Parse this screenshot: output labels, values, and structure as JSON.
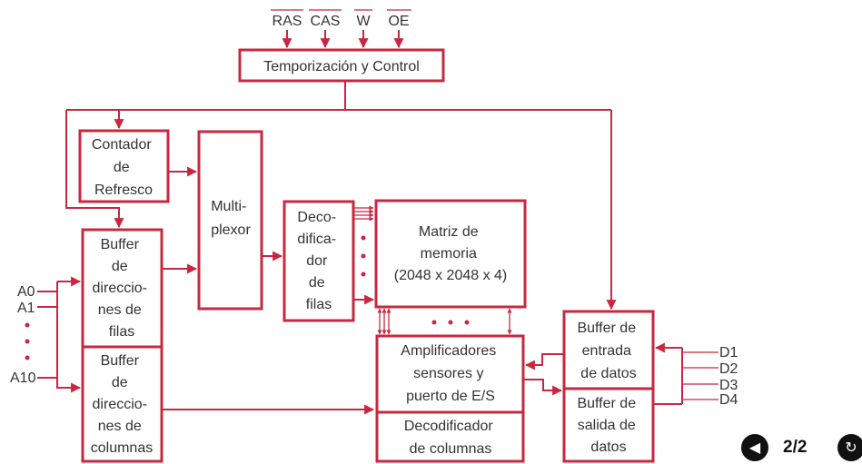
{
  "colors": {
    "accent": "#c8283f",
    "text": "#333333",
    "nav": "#111111"
  },
  "control_signals": [
    "RAS",
    "CAS",
    "W",
    "OE"
  ],
  "blocks": {
    "timing": [
      "Temporización y Control"
    ],
    "refresh_counter": [
      "Contador",
      "de",
      "Refresco"
    ],
    "multiplexer": [
      "Multi-",
      "plexor"
    ],
    "row_decoder": [
      "Deco-",
      "difica-",
      "dor",
      "de",
      "filas"
    ],
    "memory_array": [
      "Matriz de",
      "memoria",
      "(2048 x 2048 x 4)"
    ],
    "row_address_buffer": [
      "Buffer",
      "de",
      "direccio-",
      "nes de",
      "filas"
    ],
    "column_address_buffer": [
      "Buffer",
      "de",
      "direccio-",
      "nes de",
      "columnas"
    ],
    "sense_amplifiers": [
      "Amplificadores",
      "sensores y",
      "puerto de E/S"
    ],
    "column_decoder": [
      "Decodificador",
      "de columnas"
    ],
    "data_input_buffer": [
      "Buffer de",
      "entrada",
      "de datos"
    ],
    "data_output_buffer": [
      "Buffer de",
      "salida de",
      "datos"
    ]
  },
  "address_lines": [
    "A0",
    "A1",
    "A10"
  ],
  "data_lines": [
    "D1",
    "D2",
    "D3",
    "D4"
  ],
  "navigation": {
    "page_indicator": "2/2",
    "prev_icon": "arrow-left-icon",
    "replay_icon": "replay-icon"
  }
}
